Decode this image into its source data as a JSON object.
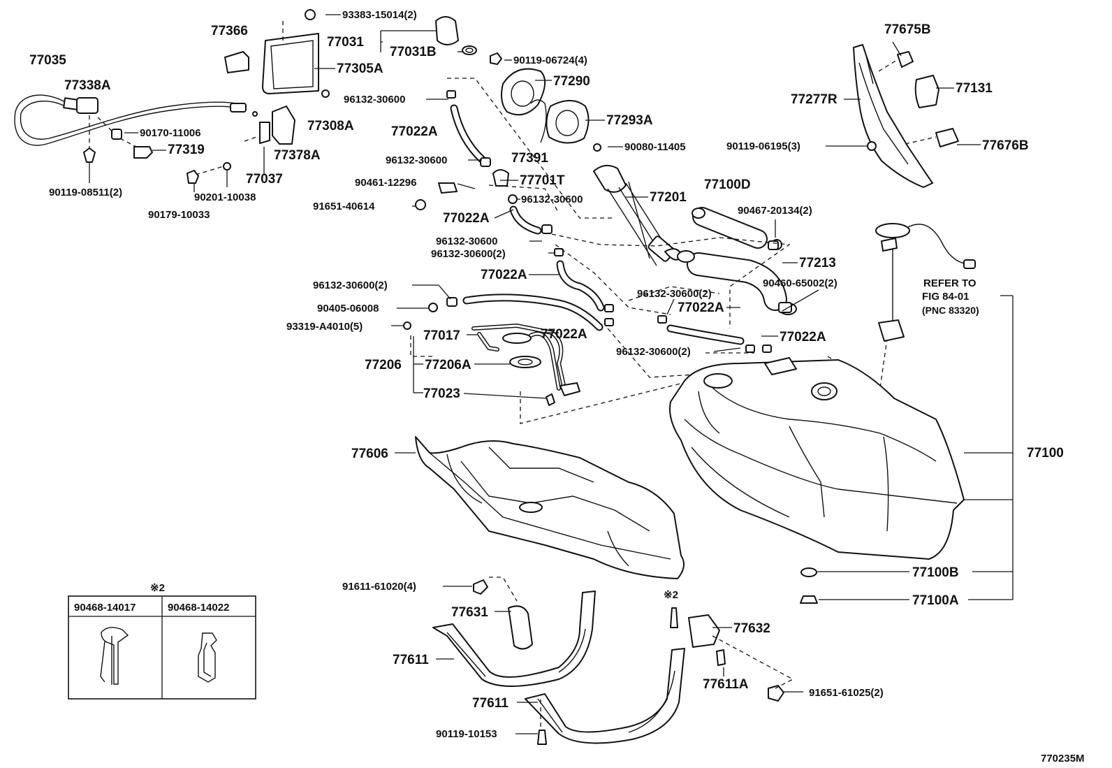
{
  "diagram_id": "770235M",
  "callouts": {
    "p77035": "77035",
    "p77338A": "77338A",
    "p77366": "77366",
    "p93383": "93383-15014(2)",
    "p77031": "77031",
    "p77031B": "77031B",
    "p77305A": "77305A",
    "p90119_06724": "90119-06724(4)",
    "p77290": "77290",
    "p96132_a": "96132-30600",
    "p77308A": "77308A",
    "p90170": "90170-11006",
    "p77319": "77319",
    "p77378A": "77378A",
    "p77022A_a": "77022A",
    "p77391": "77391",
    "p77293A": "77293A",
    "p90080": "90080-11405",
    "p96132_b": "96132-30600",
    "p90119_08511": "90119-08511(2)",
    "p90201": "90201-10038",
    "p77037": "77037",
    "p90461": "90461-12296",
    "p77701T": "77701T",
    "p96132_c": "96132-30600",
    "p77201": "77201",
    "p77100D": "77100D",
    "p90179": "90179-10033",
    "p91651_40614": "91651-40614",
    "p77022A_b": "77022A",
    "p90467": "90467-20134(2)",
    "p96132_d": "96132-30600",
    "p96132_e": "96132-30600(2)",
    "p77213": "77213",
    "p77022A_c": "77022A",
    "p96132_f": "96132-30600(2)",
    "p96132_g": "96132-30600(2)",
    "p90460": "90460-65002(2)",
    "p77022A_d": "77022A",
    "p90405": "90405-06008",
    "p93319": "93319-A4010(5)",
    "p77017": "77017",
    "p77022A_e": "77022A",
    "p77022A_f": "77022A",
    "p96132_h": "96132-30600(2)",
    "p77206": "77206",
    "p77206A": "77206A",
    "p77023": "77023",
    "p77606": "77606",
    "p77675B": "77675B",
    "p77131": "77131",
    "p77277R": "77277R",
    "p90119_06195": "90119-06195(3)",
    "p77676B": "77676B",
    "refer_line1": "REFER TO",
    "refer_line2": "FIG 84-01",
    "refer_line3": "(PNC 83320)",
    "p77100": "77100",
    "p77100B": "77100B",
    "p77100A": "77100A",
    "p91611": "91611-61020(4)",
    "p77631": "77631",
    "note_mark_a": "※2",
    "p77632": "77632",
    "p77611_a": "77611",
    "p77611A": "77611A",
    "p91651_61025": "91651-61025(2)",
    "p77611_b": "77611",
    "p90119_10153": "90119-10153"
  },
  "inset": {
    "note_mark": "※2",
    "col1_header": "90468-14017",
    "col2_header": "90468-14022"
  }
}
